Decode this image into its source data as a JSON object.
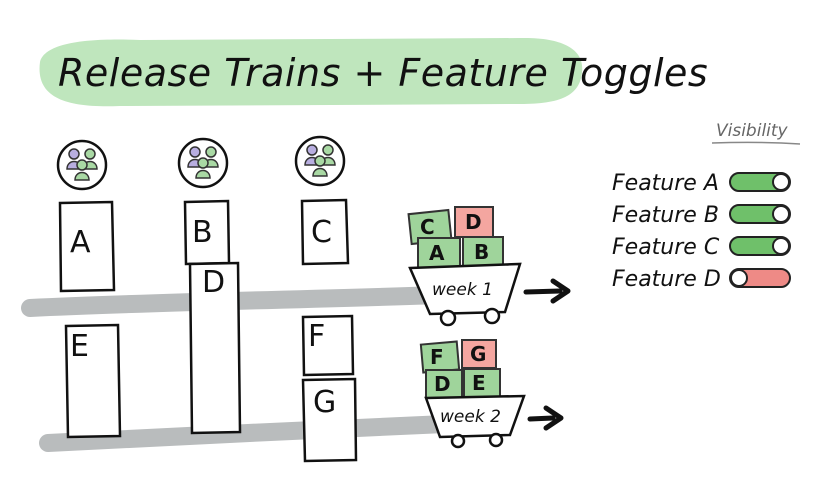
{
  "title": "Release Trains + Feature Toggles",
  "colors": {
    "title_banner": "#bfe6bd",
    "track": "#b9bcbd",
    "crate_on": "#9fd49b",
    "crate_off": "#f4a6a0",
    "toggle_on": "#6fc06a",
    "toggle_off": "#ee8a86",
    "team_icon_purple": "#b8aee0",
    "team_icon_green": "#a9d9a4"
  },
  "teams": [
    {
      "name": "team-1-icon"
    },
    {
      "name": "team-2-icon"
    },
    {
      "name": "team-3-icon"
    }
  ],
  "feature_boxes": [
    "A",
    "B",
    "C",
    "D",
    "E",
    "F",
    "G"
  ],
  "trains": [
    {
      "cart_label": "week 1",
      "crates": [
        {
          "label": "C",
          "state": "on"
        },
        {
          "label": "D",
          "state": "off"
        },
        {
          "label": "A",
          "state": "on"
        },
        {
          "label": "B",
          "state": "on"
        }
      ]
    },
    {
      "cart_label": "week 2",
      "crates": [
        {
          "label": "F",
          "state": "on"
        },
        {
          "label": "G",
          "state": "off"
        },
        {
          "label": "D",
          "state": "on"
        },
        {
          "label": "E",
          "state": "on"
        }
      ]
    }
  ],
  "visibility": {
    "heading": "Visibility",
    "features": [
      {
        "label": "Feature A",
        "state": "on"
      },
      {
        "label": "Feature B",
        "state": "on"
      },
      {
        "label": "Feature C",
        "state": "on"
      },
      {
        "label": "Feature D",
        "state": "off"
      }
    ]
  }
}
